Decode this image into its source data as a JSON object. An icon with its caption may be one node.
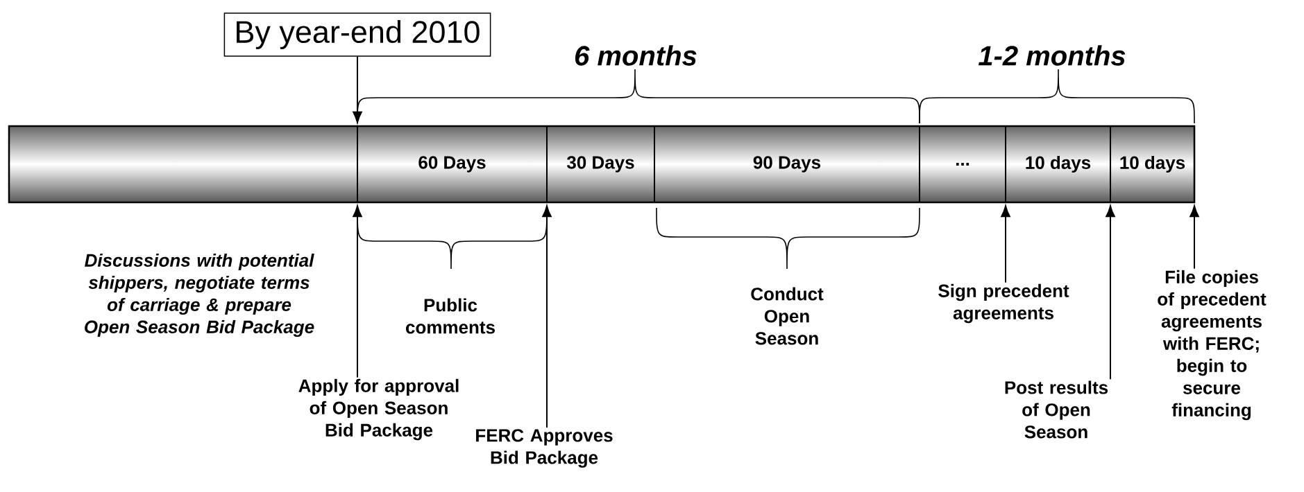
{
  "diagram": {
    "nodes": [
      {
        "text": [
          "By year-end 2010"
        ]
      },
      {
        "text": [],
        "shape": "bar"
      },
      {
        "text": [
          "60 Days"
        ],
        "in": 1
      },
      {
        "text": [
          "30 Days"
        ],
        "in": 1
      },
      {
        "text": [
          "90 Days"
        ],
        "in": 1
      },
      {
        "text": [
          "..."
        ],
        "in": 1
      },
      {
        "text": [
          "10 days"
        ],
        "in": 1
      },
      {
        "text": [
          "10 days"
        ],
        "in": 1
      },
      {
        "text": [
          "Apply for approval of Open Season Bid Package"
        ]
      },
      {
        "text": [
          "FERC Approves Bid Package"
        ]
      },
      {
        "text": [
          "Sign precedent agreements"
        ]
      },
      {
        "text": [
          "Post results of Open Season"
        ]
      },
      {
        "text": [
          "File copies of precedent agreements with FERC; begin to secure financing"
        ]
      }
    ],
    "edges": [
      {
        "from": 0,
        "to": 1,
        "arrow": "to"
      },
      {
        "from": 8,
        "to": 1,
        "arrow": "to"
      },
      {
        "from": 9,
        "to": 1,
        "arrow": "to"
      },
      {
        "from": 10,
        "to": 1,
        "arrow": "to"
      },
      {
        "from": 11,
        "to": 1,
        "arrow": "to"
      },
      {
        "from": 12,
        "to": 1,
        "arrow": "to"
      }
    ],
    "labels": [
      "6 months",
      "1-2 months",
      "Discussions with potential shippers, negotiate terms of carriage & prepare Open Season Bid Package",
      "Public comments",
      "Conduct Open Season"
    ]
  }
}
